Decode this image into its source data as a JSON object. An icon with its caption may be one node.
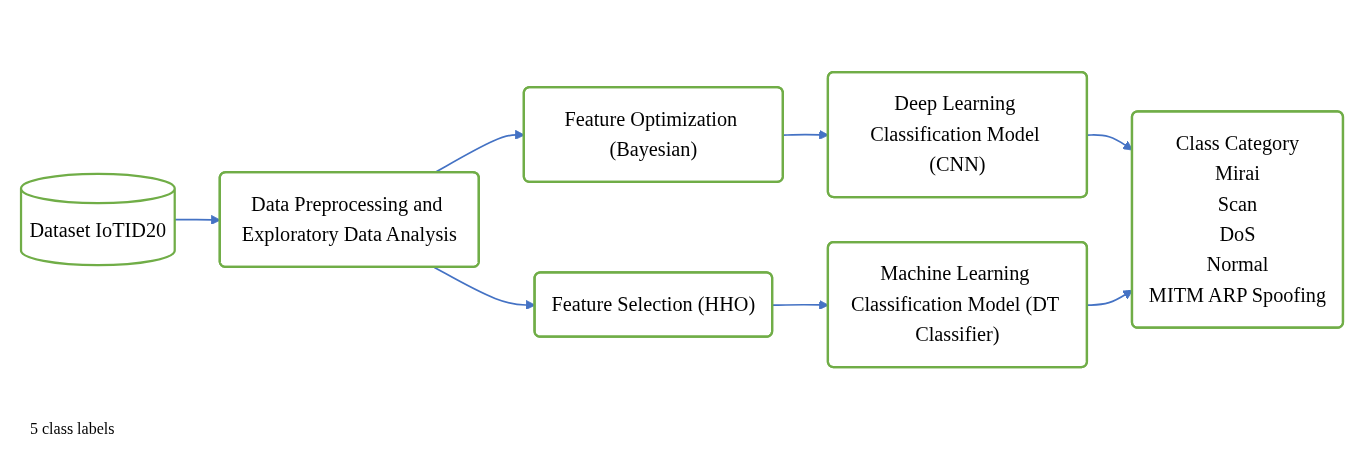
{
  "diagram": {
    "nodes": [
      {
        "text": [
          "Dataset IoTID20"
        ]
      },
      {
        "text": [
          "Data Preprocessing and Exploratory Data Analysis"
        ]
      },
      {
        "text": [
          "Feature Optimization (Bayesian)"
        ]
      },
      {
        "text": [
          "Feature Selection (HHO)"
        ]
      },
      {
        "text": [
          "Deep Learning Classification Model (CNN)"
        ]
      },
      {
        "text": [
          "Machine Learning Classification Model (DT Classifier)"
        ]
      },
      {
        "text": [
          "Class Category",
          "Mirai",
          "Scan",
          "DoS",
          "Normal",
          "MITM ARP Spoofing"
        ]
      }
    ],
    "edges": [
      {
        "from": 0,
        "to": 1,
        "arrow": "to"
      },
      {
        "from": 1,
        "to": 2,
        "arrow": "to"
      },
      {
        "from": 1,
        "to": 3,
        "arrow": "to"
      },
      {
        "from": 2,
        "to": 4,
        "arrow": "to"
      },
      {
        "from": 3,
        "to": 5,
        "arrow": "to"
      },
      {
        "from": 4,
        "to": 6,
        "arrow": "to"
      },
      {
        "from": 5,
        "to": 6,
        "arrow": "to"
      }
    ],
    "labels": [
      "5 class labels"
    ]
  }
}
